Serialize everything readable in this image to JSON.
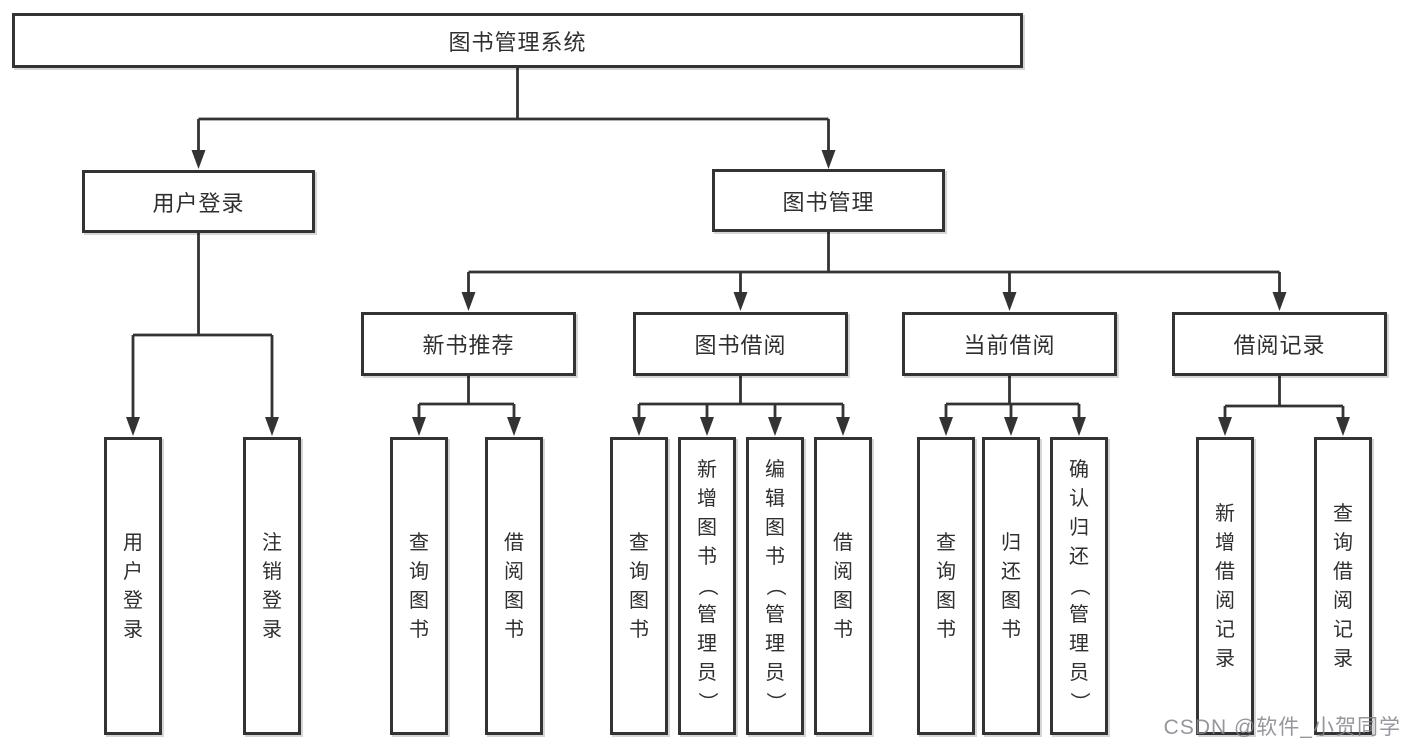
{
  "title": "图书管理系统",
  "watermark": "CSDN @软件_小贺同学",
  "colors": {
    "line": "#333333",
    "box_border": "#333333",
    "text": "#2f2f2f",
    "box_background": "#ffffff",
    "watermark": "#84848c"
  },
  "tree": {
    "root": "图书管理系统",
    "user_login": {
      "label": "用户登录",
      "children": {
        "login": "用户登录",
        "logout": "注销登录"
      }
    },
    "book_mgmt": {
      "label": "图书管理",
      "new_book_rec": {
        "label": "新书推荐",
        "children": {
          "query": "查询图书",
          "borrow": "借阅图书"
        }
      },
      "book_borrow": {
        "label": "图书借阅",
        "children": {
          "query": "查询图书",
          "add": "新增图书（管理员）",
          "edit": "编辑图书（管理员）",
          "borrow": "借阅图书"
        }
      },
      "current_borrow": {
        "label": "当前借阅",
        "children": {
          "query": "查询图书",
          "return": "归还图书",
          "confirm": "确认归还（管理员）"
        }
      },
      "borrow_records": {
        "label": "借阅记录",
        "children": {
          "add": "新增借阅记录",
          "query": "查询借阅记录"
        }
      }
    }
  }
}
